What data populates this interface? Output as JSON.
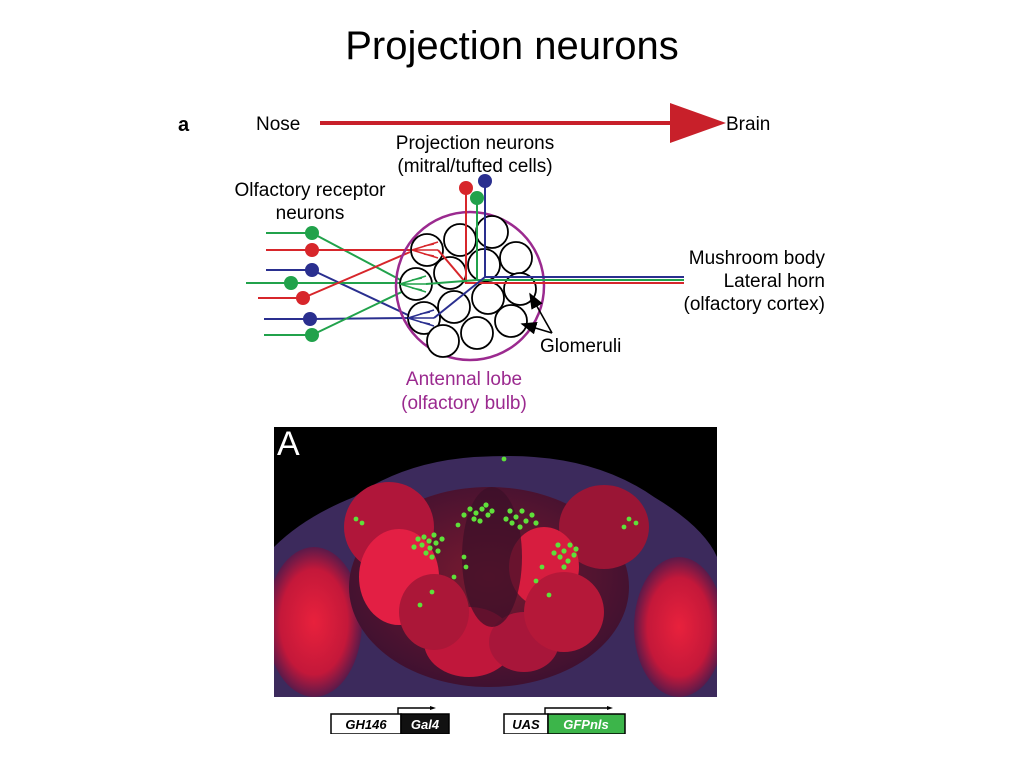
{
  "title": "Projection neurons",
  "diagram": {
    "panel_label": "a",
    "axis_start": "Nose",
    "axis_end": "Brain",
    "pn_label_line1": "Projection neurons",
    "pn_label_line2": "(mitral/tufted cells)",
    "orn_label_line1": "Olfactory receptor",
    "orn_label_line2": "neurons",
    "target1": "Mushroom body",
    "target2": "Lateral horn",
    "target3": "(olfactory cortex)",
    "glomeruli_label": "Glomeruli",
    "lobe_label_line1": "Antennal lobe",
    "lobe_label_line2": "(olfactory bulb)",
    "colors": {
      "red": "#d7262b",
      "green": "#21a24b",
      "blue": "#2a2f8f",
      "lobe": "#9b2a8f",
      "arrow": "#c8202a"
    }
  },
  "image": {
    "panel_label": "A",
    "constructs": [
      {
        "promoter": "GH146",
        "gene": "Gal4",
        "gene_color": "#111111"
      },
      {
        "promoter": "UAS",
        "gene": "GFPnls",
        "gene_color": "#3cb54a"
      }
    ]
  }
}
